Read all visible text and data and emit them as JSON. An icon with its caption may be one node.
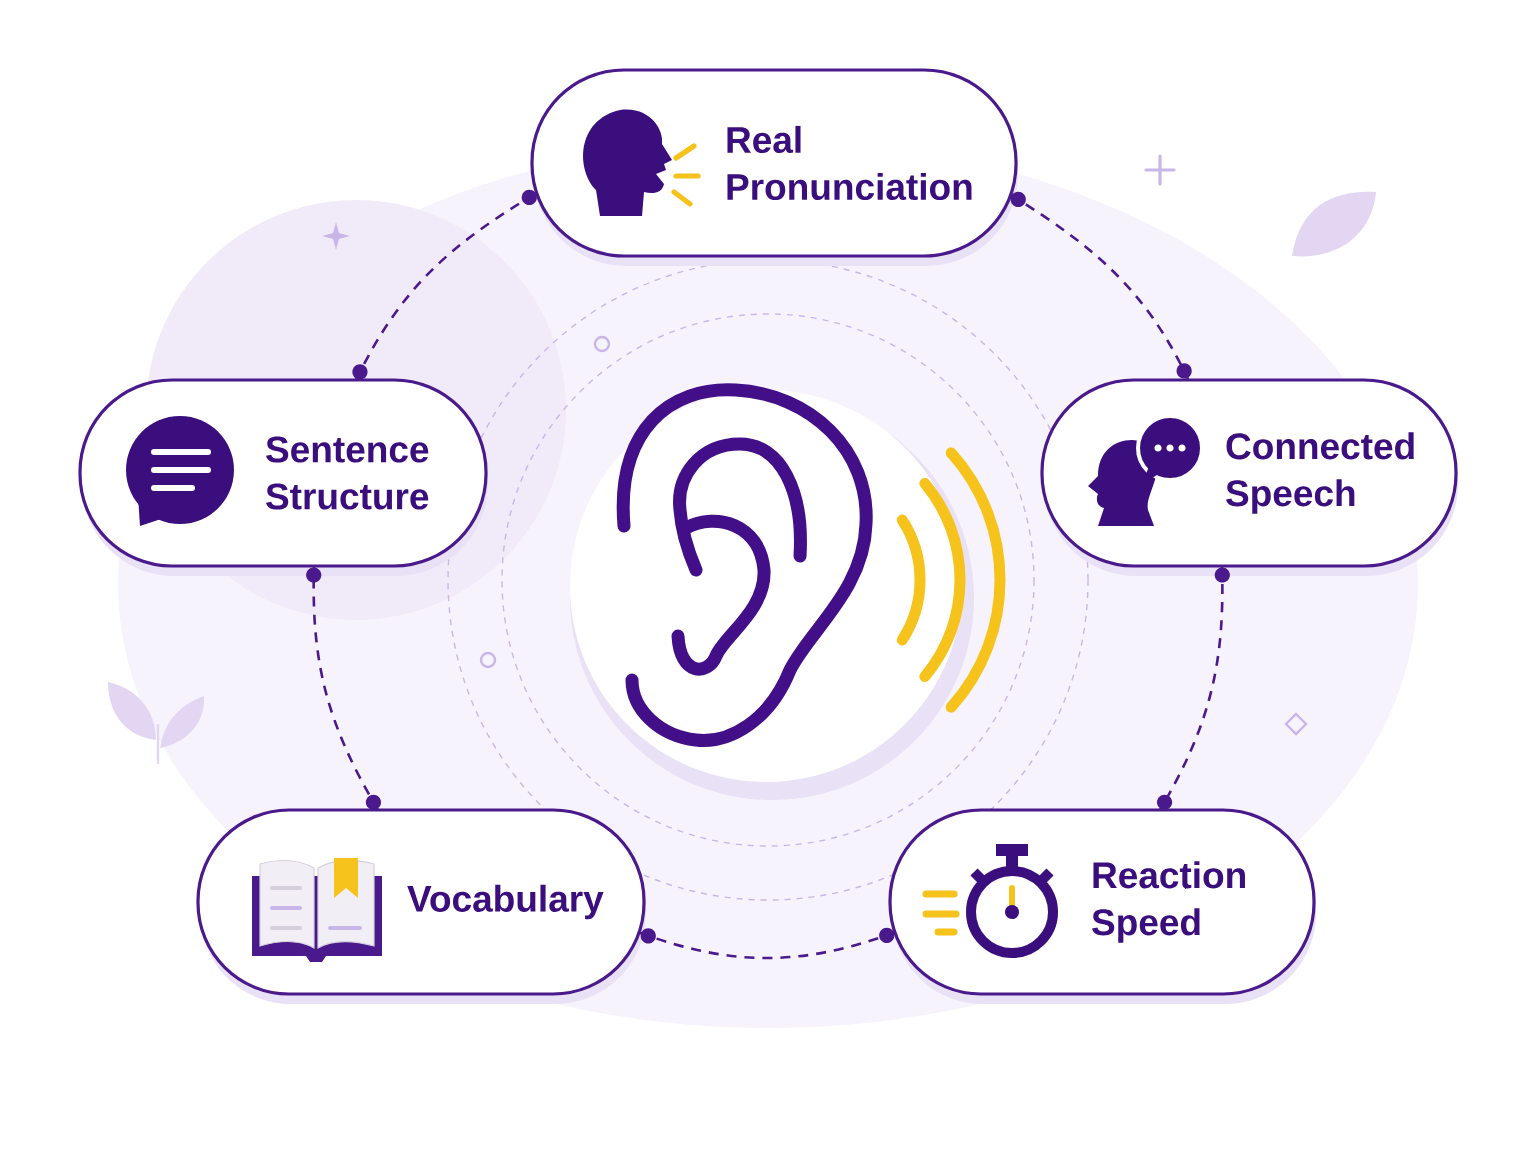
{
  "diagram": {
    "nodes": [
      {
        "text": [
          "Real Pronunciation"
        ]
      },
      {
        "text": [
          "Sentence Structure"
        ]
      },
      {
        "text": [
          "Connected Speech"
        ]
      },
      {
        "text": [
          "Vocabulary"
        ]
      },
      {
        "text": [
          "Reaction Speed"
        ]
      }
    ],
    "edges": [
      {
        "from": 0,
        "to": 2,
        "arrow": "other",
        "style": "dashed"
      },
      {
        "from": 2,
        "to": 4,
        "arrow": "other",
        "style": "dashed"
      },
      {
        "from": 4,
        "to": 3,
        "arrow": "other",
        "style": "dashed"
      },
      {
        "from": 3,
        "to": 1,
        "arrow": "other",
        "style": "dashed"
      },
      {
        "from": 1,
        "to": 0,
        "arrow": "other",
        "style": "dashed"
      }
    ]
  }
}
